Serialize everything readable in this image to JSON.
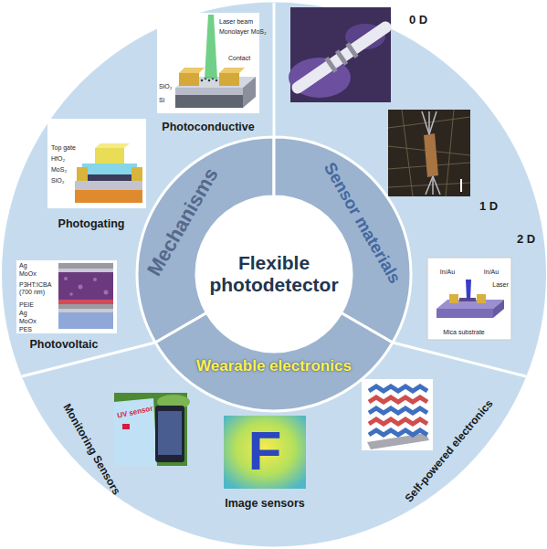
{
  "diagram": {
    "nodes": [
      {
        "text": [
          "Flexible photodetector"
        ]
      },
      {
        "text": [
          "Mechanisms"
        ]
      },
      {
        "text": [
          "Sensor materials"
        ]
      },
      {
        "text": [
          "Wearable electronics"
        ]
      }
    ],
    "labels": [
      "Photoconductive",
      "Photogating",
      "Photovoltaic",
      "0 D",
      "1 D",
      "2 D",
      "Monitoring Sensors",
      "Image sensors",
      "Self-powered electronics",
      "Laser beam",
      "Monolayer MoS₂",
      "Contact",
      "SiO₂",
      "Si",
      "Top gate",
      "HfO₂",
      "MoS₂",
      "SiO₂",
      "Ag",
      "MoOx",
      "P3HT:ICBA (700 nm)",
      "PEIE",
      "Ag",
      "MoOx",
      "PES",
      "In/Au",
      "In/Au",
      "Laser",
      "Mica substrate",
      "UV sensor",
      "F"
    ]
  }
}
